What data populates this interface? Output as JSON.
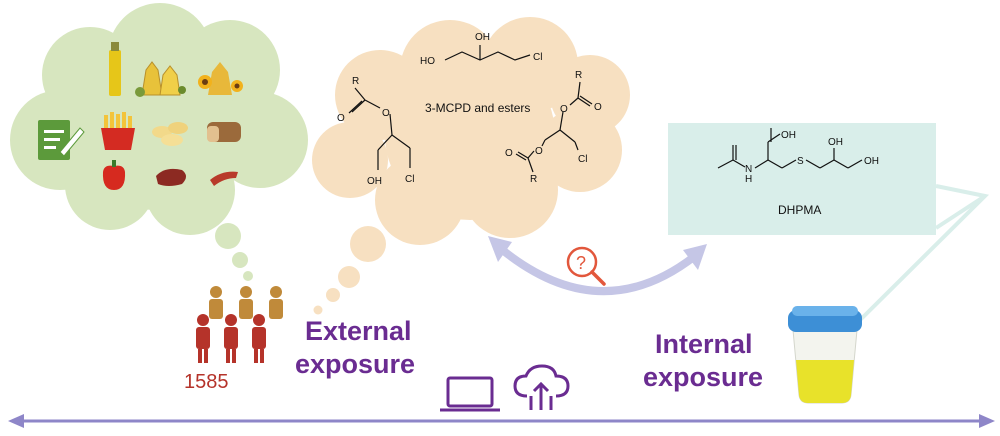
{
  "diagram": {
    "food_cloud": {
      "items": [
        "oil-bottle-icon",
        "olive-oil-jars-icon",
        "sunflower-oil-icon",
        "questionnaire-icon",
        "french-fries-icon",
        "potato-chips-icon",
        "bread-icon",
        "red-pepper-icon",
        "meat-icon",
        "sausage-icon"
      ]
    },
    "chem_cloud": {
      "title": "3-MCPD and esters",
      "atoms": {
        "ho": "HO",
        "oh": "OH",
        "cl": "Cl",
        "r": "R",
        "o": "O"
      }
    },
    "dhpma_box": {
      "name": "DHPMA",
      "atoms": {
        "oh": "OH",
        "s": "S",
        "n": "H\nN",
        "h": "H",
        "nn": "N"
      }
    },
    "external_label": [
      "External",
      "exposure"
    ],
    "internal_label": [
      "Internal",
      "exposure"
    ],
    "participants_count": "1585",
    "colors": {
      "purple": "#6a2c91",
      "food_cloud": "#d7e6bf",
      "chem_cloud": "#f7e0c1",
      "dhpma_box": "#d9eeea",
      "arrow": "#c5c6e6",
      "people_red": "#b5332a",
      "people_gold": "#c08a3a",
      "timeline": "#8e86c8"
    }
  }
}
